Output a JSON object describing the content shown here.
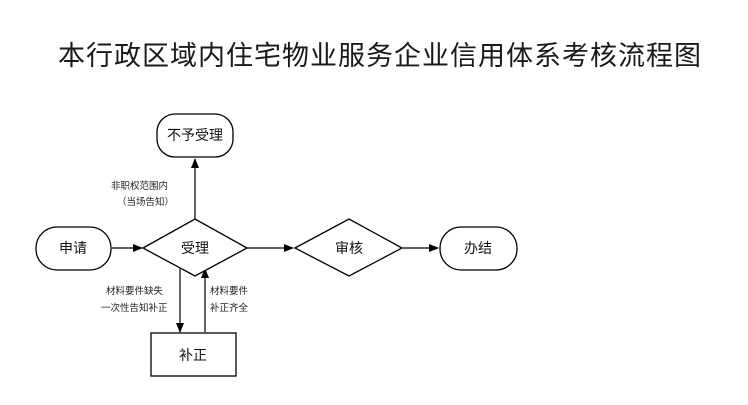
{
  "title": "本行政区域内住宅物业服务企业信用体系考核流程图",
  "nodes": {
    "apply": "申请",
    "accept": "受理",
    "refuse": "不予受理",
    "review": "审核",
    "done": "办结",
    "supplement": "补正"
  },
  "notes": {
    "out_of_scope_line1": "非职权范围内",
    "out_of_scope_line2": "（当场告知）",
    "missing_line1": "材料要件缺失",
    "missing_line2": "一次性告知补正",
    "completed_line1": "材料要件",
    "completed_line2": "补正齐全"
  }
}
